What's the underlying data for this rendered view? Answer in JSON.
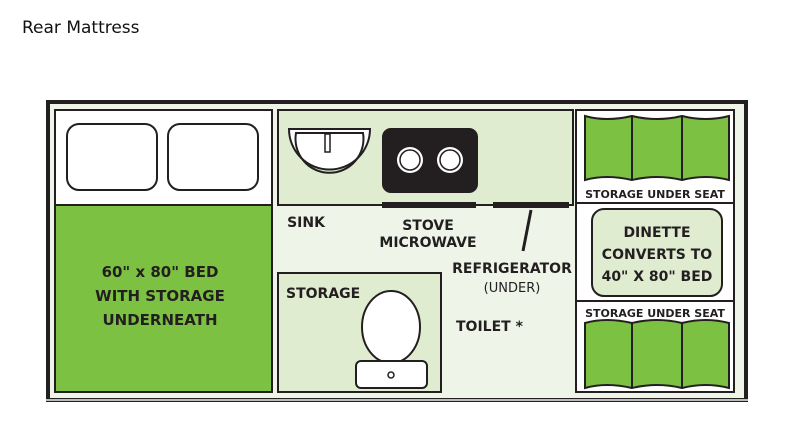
{
  "title": "Rear Mattress",
  "floorplan": {
    "bed": [
      "60\" x 80\" BED",
      "WITH STORAGE",
      "UNDERNEATH"
    ],
    "sink": "SINK",
    "stove": [
      "STOVE",
      "MICROWAVE"
    ],
    "refrigerator": "REFRIGERATOR",
    "refrigerator_note": "(UNDER)",
    "storage": "STORAGE",
    "toilet": "TOILET *",
    "storage_under_seat_top": "STORAGE UNDER SEAT",
    "storage_under_seat_bottom": "STORAGE UNDER SEAT",
    "dinette": [
      "DINETTE",
      "CONVERTS TO",
      "40\" X 80\" BED"
    ]
  },
  "colors": {
    "green": "#7dc142",
    "light_green": "#dfecd0",
    "floor": "#eef5e8",
    "outline": "#231f20"
  }
}
